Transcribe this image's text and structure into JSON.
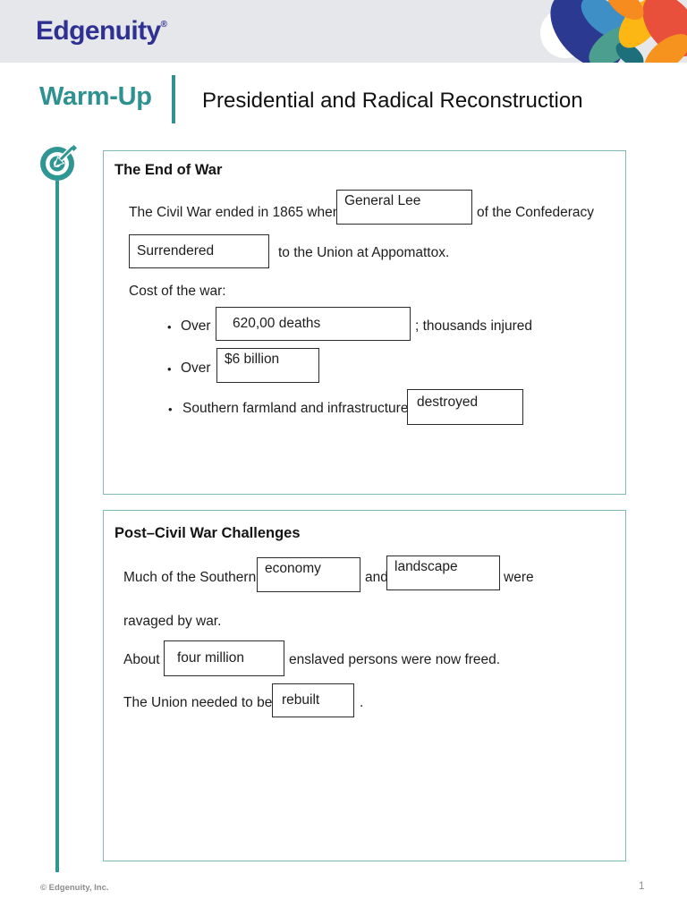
{
  "header": {
    "brand": "Edgenuity",
    "registered": "®"
  },
  "banner": {
    "label": "Warm-Up",
    "title": "Presidential and Radical Reconstruction"
  },
  "icons": {
    "timeline_marker": "target-with-arrow-icon",
    "logo": "edgenuity-petal-flower"
  },
  "colors": {
    "brand_navy": "#2E3192",
    "header_bg": "#E6E7EA",
    "teal_accent": "#2F9693",
    "card_border_teal": "#7EB9B5",
    "blank_border": "#2B2B2B",
    "footer_gray": "#8C8C8E",
    "logo_palette": [
      "#2B3990",
      "#3E8FC6",
      "#4C9E8F",
      "#1E6F7C",
      "#FDB714",
      "#F68B1F",
      "#E8503C",
      "#F6921E"
    ]
  },
  "section1": {
    "heading": "The End of War",
    "line1_pre": "The Civil War ended in 1865 when",
    "blank_general": "General Lee",
    "line1_post": "of the Confederacy",
    "blank_surrendered": "Surrendered",
    "line2_post": "to the Union at Appomattox.",
    "cost_label": "Cost of the war:",
    "bullet": "•",
    "bullet1_pre": "Over",
    "blank_deaths": "620,00 deaths",
    "bullet1_post": "; thousands injured",
    "bullet2_pre": "Over",
    "blank_cost": "$6 billion",
    "bullet3_pre": "Southern farmland and infrastructure",
    "blank_destroyed": "destroyed"
  },
  "section2": {
    "heading": "Post–Civil War Challenges",
    "line1_pre": "Much of the Southern",
    "blank_economy": "economy",
    "line1_mid": "and",
    "blank_landscape": "landscape",
    "line1_post": "were",
    "line2": "ravaged by war.",
    "line3_pre": "About",
    "blank_four_million": "four million",
    "line3_post": "enslaved persons were now freed.",
    "line4_pre": "The Union needed to be",
    "blank_rebuilt": "rebuilt",
    "line4_post": "."
  },
  "footer": {
    "copyright": "© Edgenuity, Inc.",
    "page_number": "1"
  }
}
